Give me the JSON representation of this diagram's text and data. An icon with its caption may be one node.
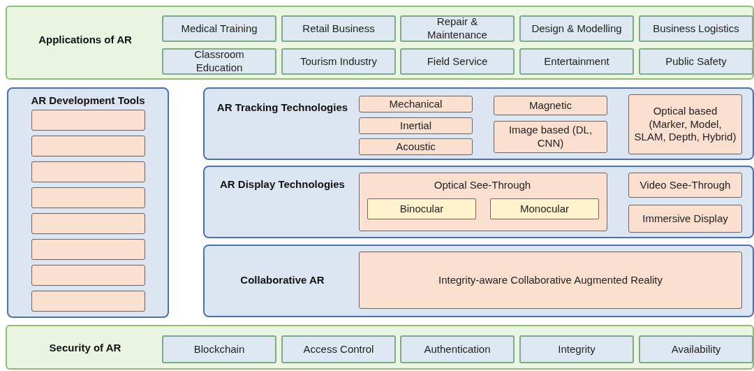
{
  "diagram": {
    "nodes": [
      {
        "text": [
          "Applications of AR"
        ]
      },
      {
        "text": [
          "Medical Training"
        ],
        "in": 0
      },
      {
        "text": [
          "Retail Business"
        ],
        "in": 0
      },
      {
        "text": [
          "Repair & Maintenance"
        ],
        "in": 0
      },
      {
        "text": [
          "Design & Modelling"
        ],
        "in": 0
      },
      {
        "text": [
          "Business Logistics"
        ],
        "in": 0
      },
      {
        "text": [
          "Classroom Education"
        ],
        "in": 0
      },
      {
        "text": [
          "Tourism Industry"
        ],
        "in": 0
      },
      {
        "text": [
          "Field Service"
        ],
        "in": 0
      },
      {
        "text": [
          "Entertainment"
        ],
        "in": 0
      },
      {
        "text": [
          "Public Safety"
        ],
        "in": 0
      },
      {
        "text": [
          "AR Development Tools"
        ]
      },
      {
        "text": [],
        "shape": "box",
        "in": 11
      },
      {
        "text": [],
        "shape": "box",
        "in": 11
      },
      {
        "text": [],
        "shape": "box",
        "in": 11
      },
      {
        "text": [],
        "shape": "box",
        "in": 11
      },
      {
        "text": [],
        "shape": "box",
        "in": 11
      },
      {
        "text": [],
        "shape": "box",
        "in": 11
      },
      {
        "text": [],
        "shape": "box",
        "in": 11
      },
      {
        "text": [],
        "shape": "box",
        "in": 11
      },
      {
        "text": [
          "AR Tracking Technologies"
        ]
      },
      {
        "text": [
          "Mechanical"
        ],
        "in": 20
      },
      {
        "text": [
          "Inertial"
        ],
        "in": 20
      },
      {
        "text": [
          "Acoustic"
        ],
        "in": 20
      },
      {
        "text": [
          "Magnetic"
        ],
        "in": 20
      },
      {
        "text": [
          "Image based (DL, CNN)"
        ],
        "in": 20
      },
      {
        "text": [
          "Optical based (Marker, Model, SLAM, Depth, Hybrid)"
        ],
        "in": 20
      },
      {
        "text": [
          "AR Display Technologies"
        ]
      },
      {
        "text": [
          "Optical See-Through"
        ],
        "in": 27
      },
      {
        "text": [
          "Binocular"
        ],
        "in": 28
      },
      {
        "text": [
          "Monocular"
        ],
        "in": 28
      },
      {
        "text": [
          "Video See-Through"
        ],
        "in": 27
      },
      {
        "text": [
          "Immersive Display"
        ],
        "in": 27
      },
      {
        "text": [
          "Collaborative AR"
        ]
      },
      {
        "text": [
          "Integrity-aware Collaborative Augmented Reality"
        ],
        "in": 33
      },
      {
        "text": [
          "Security of AR"
        ]
      },
      {
        "text": [
          "Blockchain"
        ],
        "in": 35
      },
      {
        "text": [
          "Access Control"
        ],
        "in": 35
      },
      {
        "text": [
          "Authentication"
        ],
        "in": 35
      },
      {
        "text": [
          "Integrity"
        ],
        "in": 35
      },
      {
        "text": [
          "Availability"
        ],
        "in": 35
      }
    ]
  }
}
